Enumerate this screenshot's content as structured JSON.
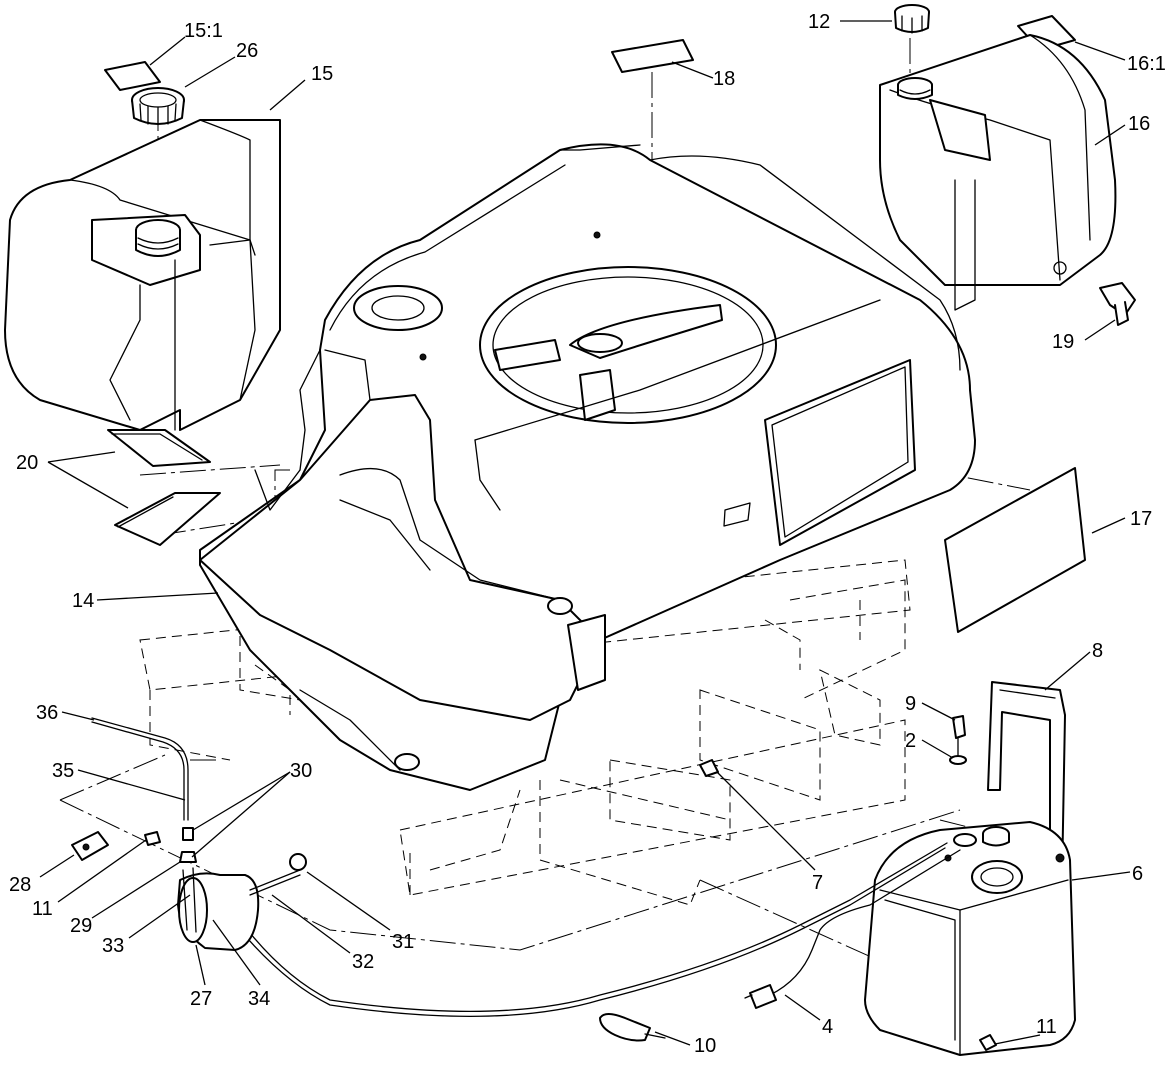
{
  "callouts": {
    "c15_1": "15:1",
    "c26": "26",
    "c15": "15",
    "c18": "18",
    "c12": "12",
    "c16_1": "16:1",
    "c16": "16",
    "c19": "19",
    "c20": "20",
    "c17": "17",
    "c14": "14",
    "c8": "8",
    "c9": "9",
    "c2": "2",
    "c36": "36",
    "c35": "35",
    "c30": "30",
    "c7": "7",
    "c6": "6",
    "c28": "28",
    "c11a": "11",
    "c29": "29",
    "c33": "33",
    "c31": "31",
    "c32": "32",
    "c27": "27",
    "c34": "34",
    "c4": "4",
    "c10": "10",
    "c11b": "11"
  }
}
